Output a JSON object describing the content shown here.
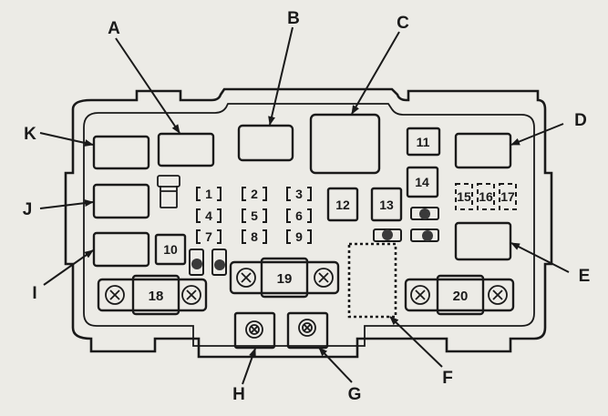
{
  "diagram": {
    "callouts": [
      {
        "id": "A",
        "label": "A"
      },
      {
        "id": "B",
        "label": "B"
      },
      {
        "id": "C",
        "label": "C"
      },
      {
        "id": "D",
        "label": "D"
      },
      {
        "id": "E",
        "label": "E"
      },
      {
        "id": "F",
        "label": "F"
      },
      {
        "id": "G",
        "label": "G"
      },
      {
        "id": "H",
        "label": "H"
      },
      {
        "id": "I",
        "label": "I"
      },
      {
        "id": "J",
        "label": "J"
      },
      {
        "id": "K",
        "label": "K"
      }
    ],
    "small_fuses": [
      "1",
      "2",
      "3",
      "4",
      "5",
      "6",
      "7",
      "8",
      "9"
    ],
    "right_small_fuses": [
      "15",
      "16",
      "17"
    ],
    "boxed_fuses": [
      "10",
      "11",
      "12",
      "13",
      "14"
    ],
    "large_fuses": [
      "18",
      "19",
      "20"
    ]
  }
}
